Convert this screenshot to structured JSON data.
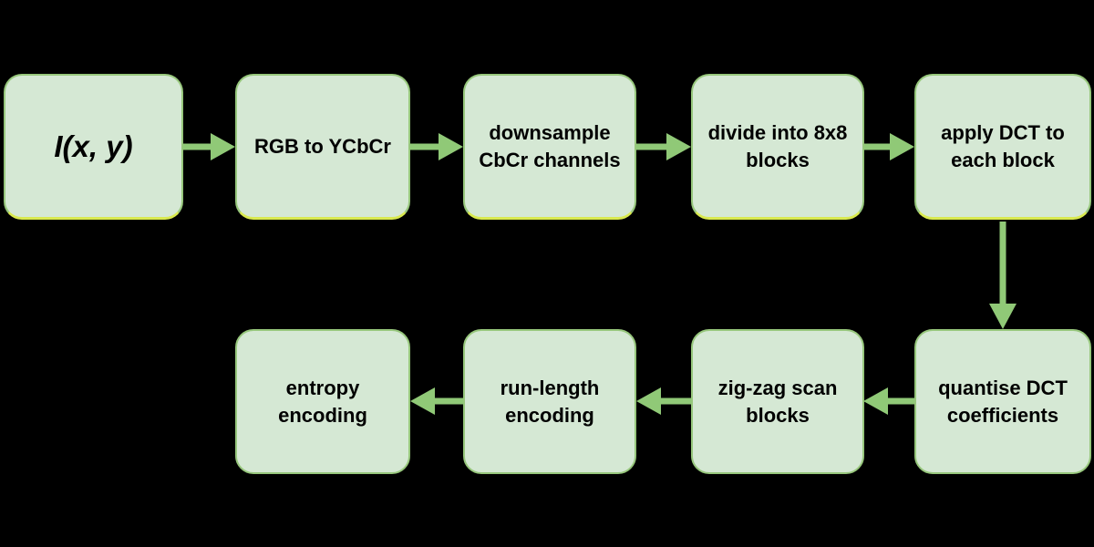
{
  "colors": {
    "background": "#000000",
    "node_fill": "#d5e8d4",
    "node_border": "#97c77c",
    "node_border_bottom_top_row": "#d9e94e",
    "arrow": "#90c977",
    "text": "#000000"
  },
  "nodes": [
    {
      "id": "input",
      "label": "I(x, y)"
    },
    {
      "id": "rgb-to-ycbcr",
      "label": "RGB to YCbCr"
    },
    {
      "id": "downsample",
      "label": "downsample\nCbCr channels"
    },
    {
      "id": "divide-blocks",
      "label": "divide into 8x8\nblocks"
    },
    {
      "id": "apply-dct",
      "label": "apply DCT to\neach block"
    },
    {
      "id": "quantise",
      "label": "quantise DCT\ncoefficients"
    },
    {
      "id": "zigzag",
      "label": "zig-zag scan\nblocks"
    },
    {
      "id": "runlength",
      "label": "run-length\nencoding"
    },
    {
      "id": "entropy",
      "label": "entropy\nencoding"
    }
  ],
  "connections": [
    {
      "from": "input",
      "to": "rgb-to-ycbcr",
      "direction": "right"
    },
    {
      "from": "rgb-to-ycbcr",
      "to": "downsample",
      "direction": "right"
    },
    {
      "from": "downsample",
      "to": "divide-blocks",
      "direction": "right"
    },
    {
      "from": "divide-blocks",
      "to": "apply-dct",
      "direction": "right"
    },
    {
      "from": "apply-dct",
      "to": "quantise",
      "direction": "down"
    },
    {
      "from": "quantise",
      "to": "zigzag",
      "direction": "left"
    },
    {
      "from": "zigzag",
      "to": "runlength",
      "direction": "left"
    },
    {
      "from": "runlength",
      "to": "entropy",
      "direction": "left"
    }
  ]
}
